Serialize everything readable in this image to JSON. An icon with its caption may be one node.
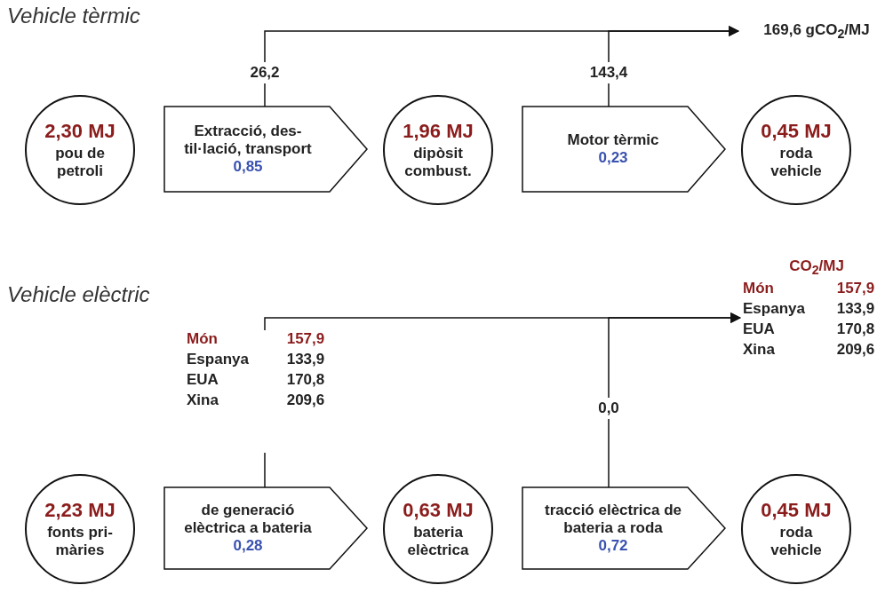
{
  "diagram": {
    "nodes": [
      {
        "text": [
          "26,2"
        ]
      },
      {
        "text": [
          "143,4"
        ]
      },
      {
        "text": [
          "169,6 gCO$_{2}$/MJ"
        ]
      },
      {
        "text": [
          "2,30 MJ",
          "pou de petroli"
        ]
      },
      {
        "text": [
          "Extracció, des- til·lació, transport",
          "0,85"
        ]
      },
      {
        "text": [
          "1,96 MJ",
          "dipòsit combust."
        ]
      },
      {
        "text": [
          "Motor tèrmic",
          "0,23"
        ]
      },
      {
        "text": [
          "0,45 MJ",
          "roda vehicle"
        ]
      },
      {
        "text": [
          "CO$_{2}$/MJ",
          "Món",
          "157,9",
          "Espanya",
          "133,9",
          "EUA",
          "170,8",
          "Xina",
          "209,6"
        ]
      },
      {
        "text": [
          "Món",
          "157,9",
          "Espanya",
          "133,9",
          "EUA",
          "170,8",
          "Xina",
          "209,6"
        ]
      },
      {
        "text": [
          "0,0"
        ]
      },
      {
        "text": [
          "2,23 MJ",
          "fonts pri- màries"
        ]
      },
      {
        "text": [
          "de generació elèctrica a bateria",
          "0,28"
        ]
      },
      {
        "text": [
          "0,63 MJ",
          "bateria elèctrica"
        ]
      },
      {
        "text": [
          "tracció elèctrica de bateria a roda",
          "0,72"
        ]
      },
      {
        "text": [
          "0,45 MJ",
          "roda vehicle"
        ]
      }
    ],
    "edges": [
      {
        "from": 4,
        "to": 0,
        "arrow": "none"
      },
      {
        "from": 0,
        "to": 2,
        "arrow": "to"
      },
      {
        "from": 6,
        "to": 1,
        "arrow": "none"
      },
      {
        "from": 1,
        "to": 2,
        "arrow": "to"
      },
      {
        "from": 12,
        "to": 9,
        "arrow": "none"
      },
      {
        "from": 9,
        "to": 8,
        "arrow": "to"
      },
      {
        "from": 14,
        "to": 10,
        "arrow": "none"
      },
      {
        "from": 10,
        "to": 8,
        "arrow": "to"
      },
      {
        "from": 3,
        "to": 5,
        "arrow": "to"
      },
      {
        "from": 5,
        "to": 7,
        "arrow": "to"
      },
      {
        "from": 11,
        "to": 13,
        "arrow": "to"
      },
      {
        "from": 13,
        "to": 15,
        "arrow": "to"
      }
    ],
    "labels": [
      "Vehicle tèrmic",
      "Vehicle elèctric"
    ]
  }
}
